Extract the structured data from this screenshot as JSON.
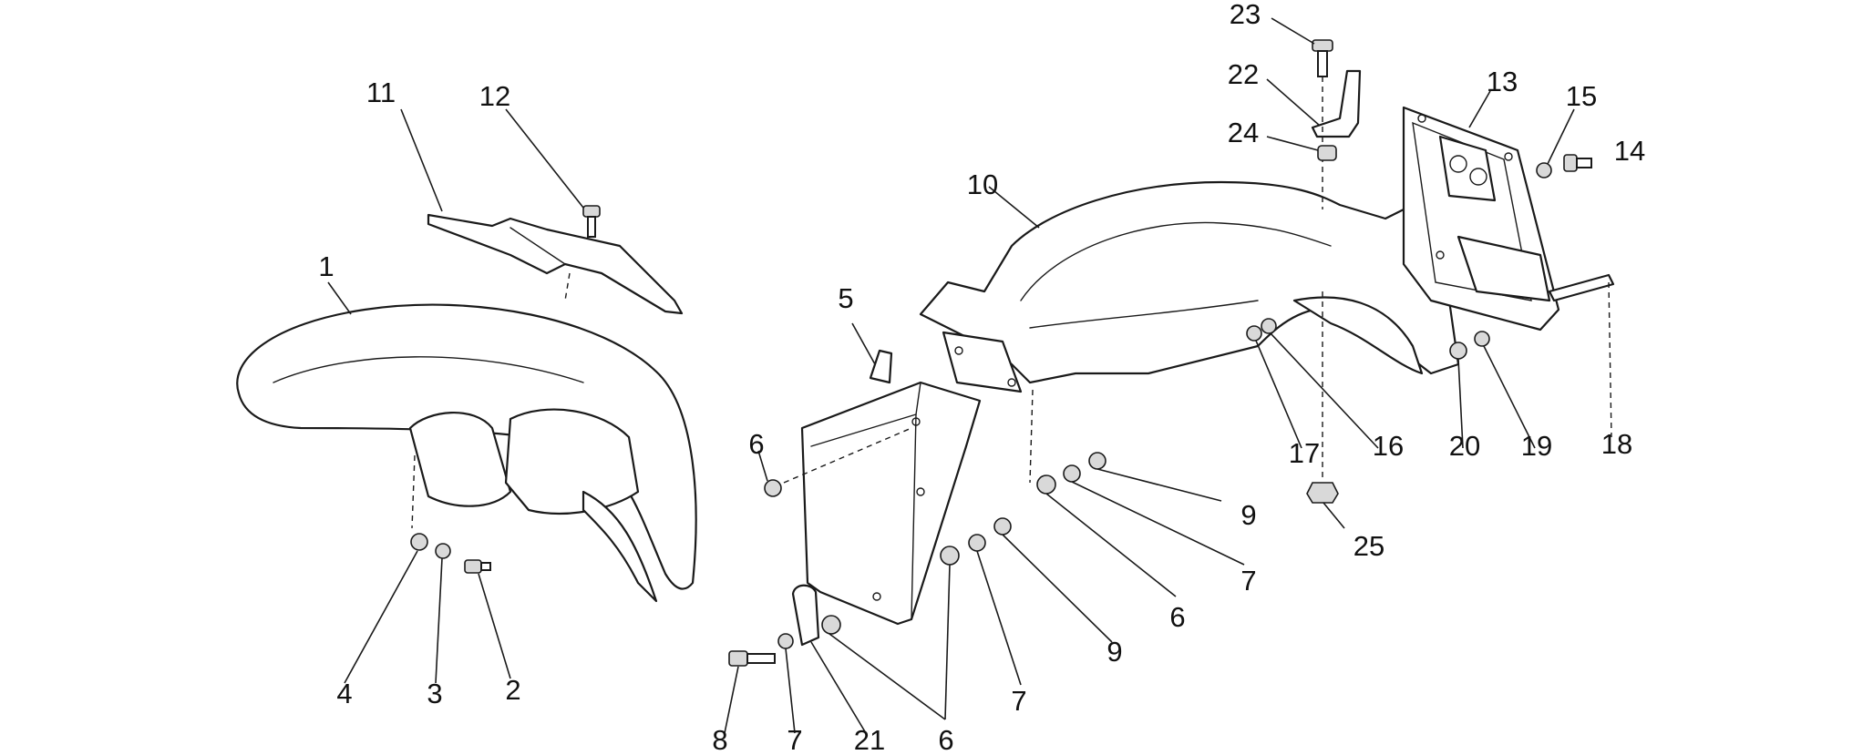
{
  "callouts": [
    {
      "id": "c1",
      "label": "1"
    },
    {
      "id": "c11",
      "label": "11"
    },
    {
      "id": "c12",
      "label": "12"
    },
    {
      "id": "c4",
      "label": "4"
    },
    {
      "id": "c3",
      "label": "3"
    },
    {
      "id": "c2",
      "label": "2"
    },
    {
      "id": "c5",
      "label": "5"
    },
    {
      "id": "c6a",
      "label": "6"
    },
    {
      "id": "c8",
      "label": "8"
    },
    {
      "id": "c7a",
      "label": "7"
    },
    {
      "id": "c21",
      "label": "21"
    },
    {
      "id": "c6b",
      "label": "6"
    },
    {
      "id": "c7b",
      "label": "7"
    },
    {
      "id": "c9a",
      "label": "9"
    },
    {
      "id": "c6c",
      "label": "6"
    },
    {
      "id": "c7c",
      "label": "7"
    },
    {
      "id": "c9b",
      "label": "9"
    },
    {
      "id": "c10",
      "label": "10"
    },
    {
      "id": "c23",
      "label": "23"
    },
    {
      "id": "c22",
      "label": "22"
    },
    {
      "id": "c24",
      "label": "24"
    },
    {
      "id": "c17",
      "label": "17"
    },
    {
      "id": "c16",
      "label": "16"
    },
    {
      "id": "c25",
      "label": "25"
    },
    {
      "id": "c13",
      "label": "13"
    },
    {
      "id": "c15",
      "label": "15"
    },
    {
      "id": "c14",
      "label": "14"
    },
    {
      "id": "c20",
      "label": "20"
    },
    {
      "id": "c19",
      "label": "19"
    },
    {
      "id": "c18",
      "label": "18"
    }
  ]
}
